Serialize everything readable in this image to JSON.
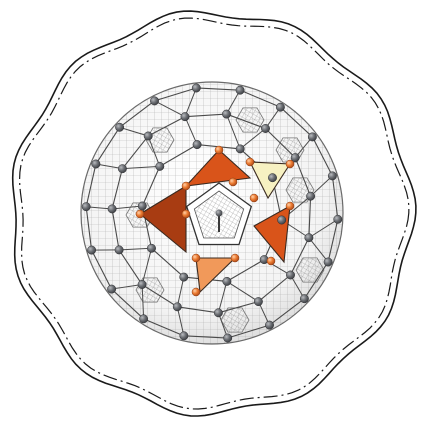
{
  "figure": {
    "subject": "geodesic-polyhedron-cage",
    "outer_ring_style": "solid-and-dash-dot",
    "colors": {
      "background": "#ffffff",
      "wire": "#4a4a4a",
      "mesh": "#9a9a9a",
      "grey_node": "#5b5d61",
      "orange_node": "#e8742c",
      "face_dark": "#a83c12",
      "face_mid": "#d9541a",
      "face_orange": "#ec7a30",
      "face_light_orange": "#f1995a",
      "face_cream": "#f7f1c2"
    },
    "icon_names": [
      "ring-outline",
      "cage-sphere",
      "triangular-face",
      "vertex-node",
      "central-pentagon-window",
      "center-spike"
    ]
  }
}
